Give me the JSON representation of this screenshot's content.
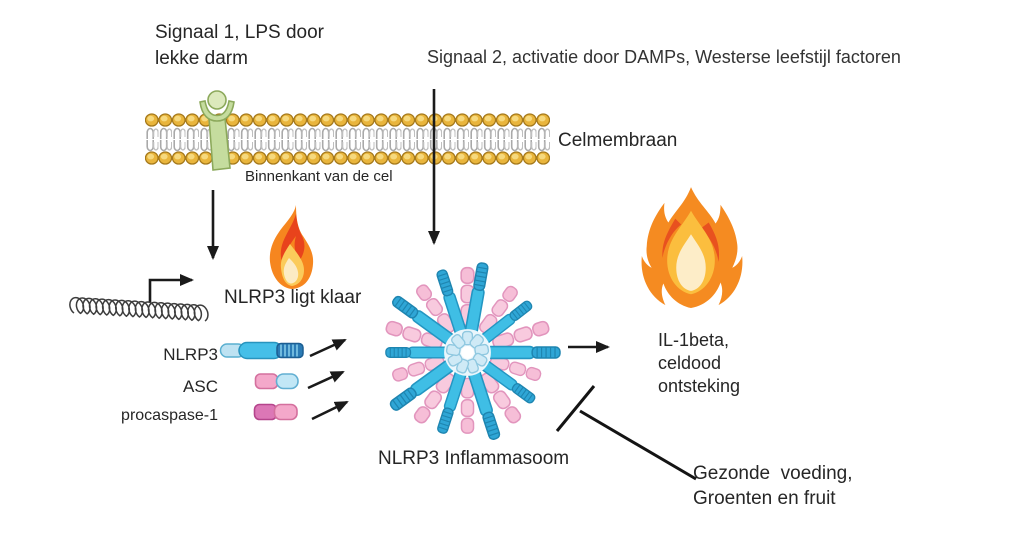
{
  "title": "NLRP3 inflammasoom activatie diagram",
  "colors": {
    "background": "#ffffff",
    "text": "#262626",
    "arrow": "#1a1a1a",
    "membrane_head": "#E9B53C",
    "membrane_head_border": "#A5791B",
    "membrane_tail": "#A9A9A9",
    "receptor_green": "#C5DC9E",
    "receptor_border": "#8CA95B",
    "nlrp3_light_blue": "#BDE2F2",
    "nlrp3_cyan": "#45BFE8",
    "nlrp3_dark_blue": "#2B7BB5",
    "asc_pink": "#F4A8CA",
    "asc_blue": "#C2E7F6",
    "procaspase_magenta": "#DC77B6",
    "inflammasome_spoke_pink": "#F8CADE",
    "inflammasome_spoke_blue": "#3FBEE5",
    "inflammasome_center_blue": "#CFEAF6",
    "flame_orange": "#F58B21",
    "flame_red": "#E8511F",
    "flame_yellow": "#FBBE3E",
    "flame_cream": "#FDEDC8"
  },
  "annotations": {
    "signal1": "Signaal 1, LPS door\nlekke darm",
    "signal2": "Signaal 2, activatie door DAMPs, Westerse leefstijl factoren",
    "cell_membrane": "Celmembraan",
    "inside_cell": "Binnenkant van de cel",
    "nlrp3_ready": "NLRP3 ligt klaar",
    "inflammasome": "NLRP3 Inflammasoom",
    "outcome": "IL-1beta,\nceldood\nontsteking",
    "healthy_food": "Gezonde  voeding,\nGroenten en fruit"
  },
  "components": [
    {
      "label": "NLRP3"
    },
    {
      "label": "ASC"
    },
    {
      "label": "procaspase-1"
    }
  ]
}
